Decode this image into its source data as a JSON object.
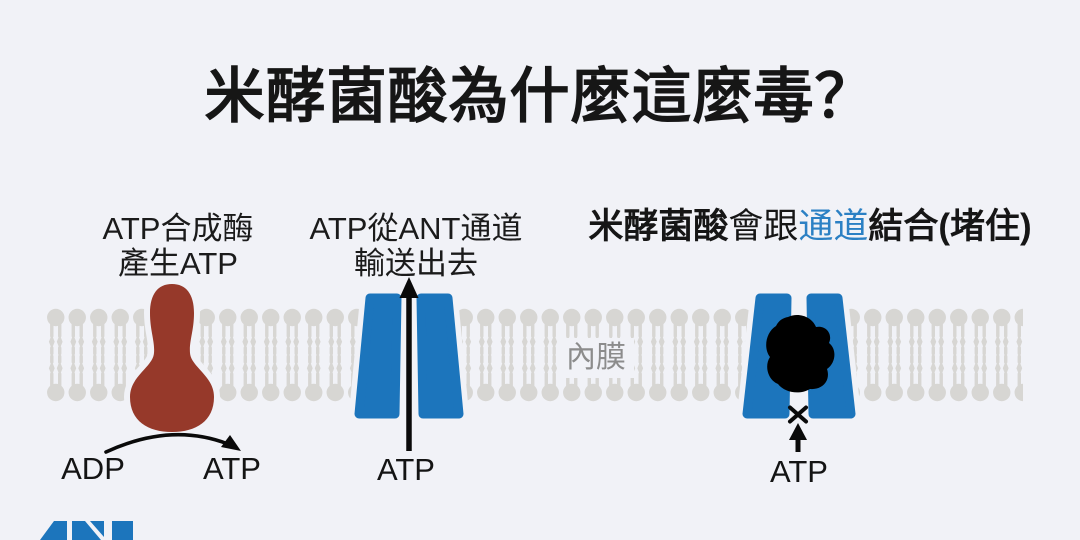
{
  "title": "米酵菌酸為什麼這麼毒？",
  "colors": {
    "background": "#f1f2f7",
    "channel_blue": "#1c75bc",
    "synthase_red": "#96392a",
    "lipid_gray": "#d7d6d3",
    "membrane_label_gray": "#8c8c8c",
    "highlight_blue": "#2b80c4",
    "ink": "#161616"
  },
  "membrane": {
    "label": "內膜"
  },
  "synthase_panel": {
    "caption_line1": "ATP合成酶",
    "caption_line2": "產生ATP",
    "substrate_label": "ADP",
    "product_label": "ATP"
  },
  "ant_panel": {
    "caption_line1": "ATP從ANT通道",
    "caption_line2": "輸送出去",
    "atp_label": "ATP"
  },
  "blocked_panel": {
    "caption_bold_start": "米酵菌酸",
    "caption_normal": "會跟",
    "caption_highlight": "通道",
    "caption_bold_end": "結合(堵住)",
    "atp_label": "ATP"
  }
}
